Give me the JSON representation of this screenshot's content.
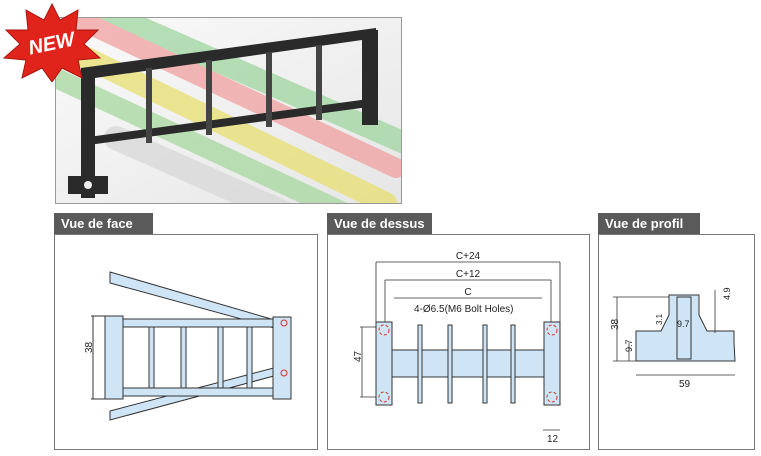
{
  "badge": {
    "label": "NEW",
    "color": "#e0241c"
  },
  "views": [
    {
      "title": "Vue de face",
      "dims": {
        "height": "38"
      }
    },
    {
      "title": "Vue de dessus",
      "dims": {
        "overall": "C+24",
        "bolt_span": "C+12",
        "inner": "C",
        "holes": "4-Ø6.5(M6 Bolt Holes)",
        "height": "47",
        "end_width": "12"
      }
    },
    {
      "title": "Vue de profil",
      "dims": {
        "height": "38",
        "base": "9.7",
        "top": "4.9",
        "mid": "9.7",
        "slot": "3.1",
        "width": "59"
      }
    }
  ],
  "colors": {
    "part_fill": "#cfe4f5",
    "tab_bg": "#5a5a5a",
    "centerline": "#d9302a"
  }
}
